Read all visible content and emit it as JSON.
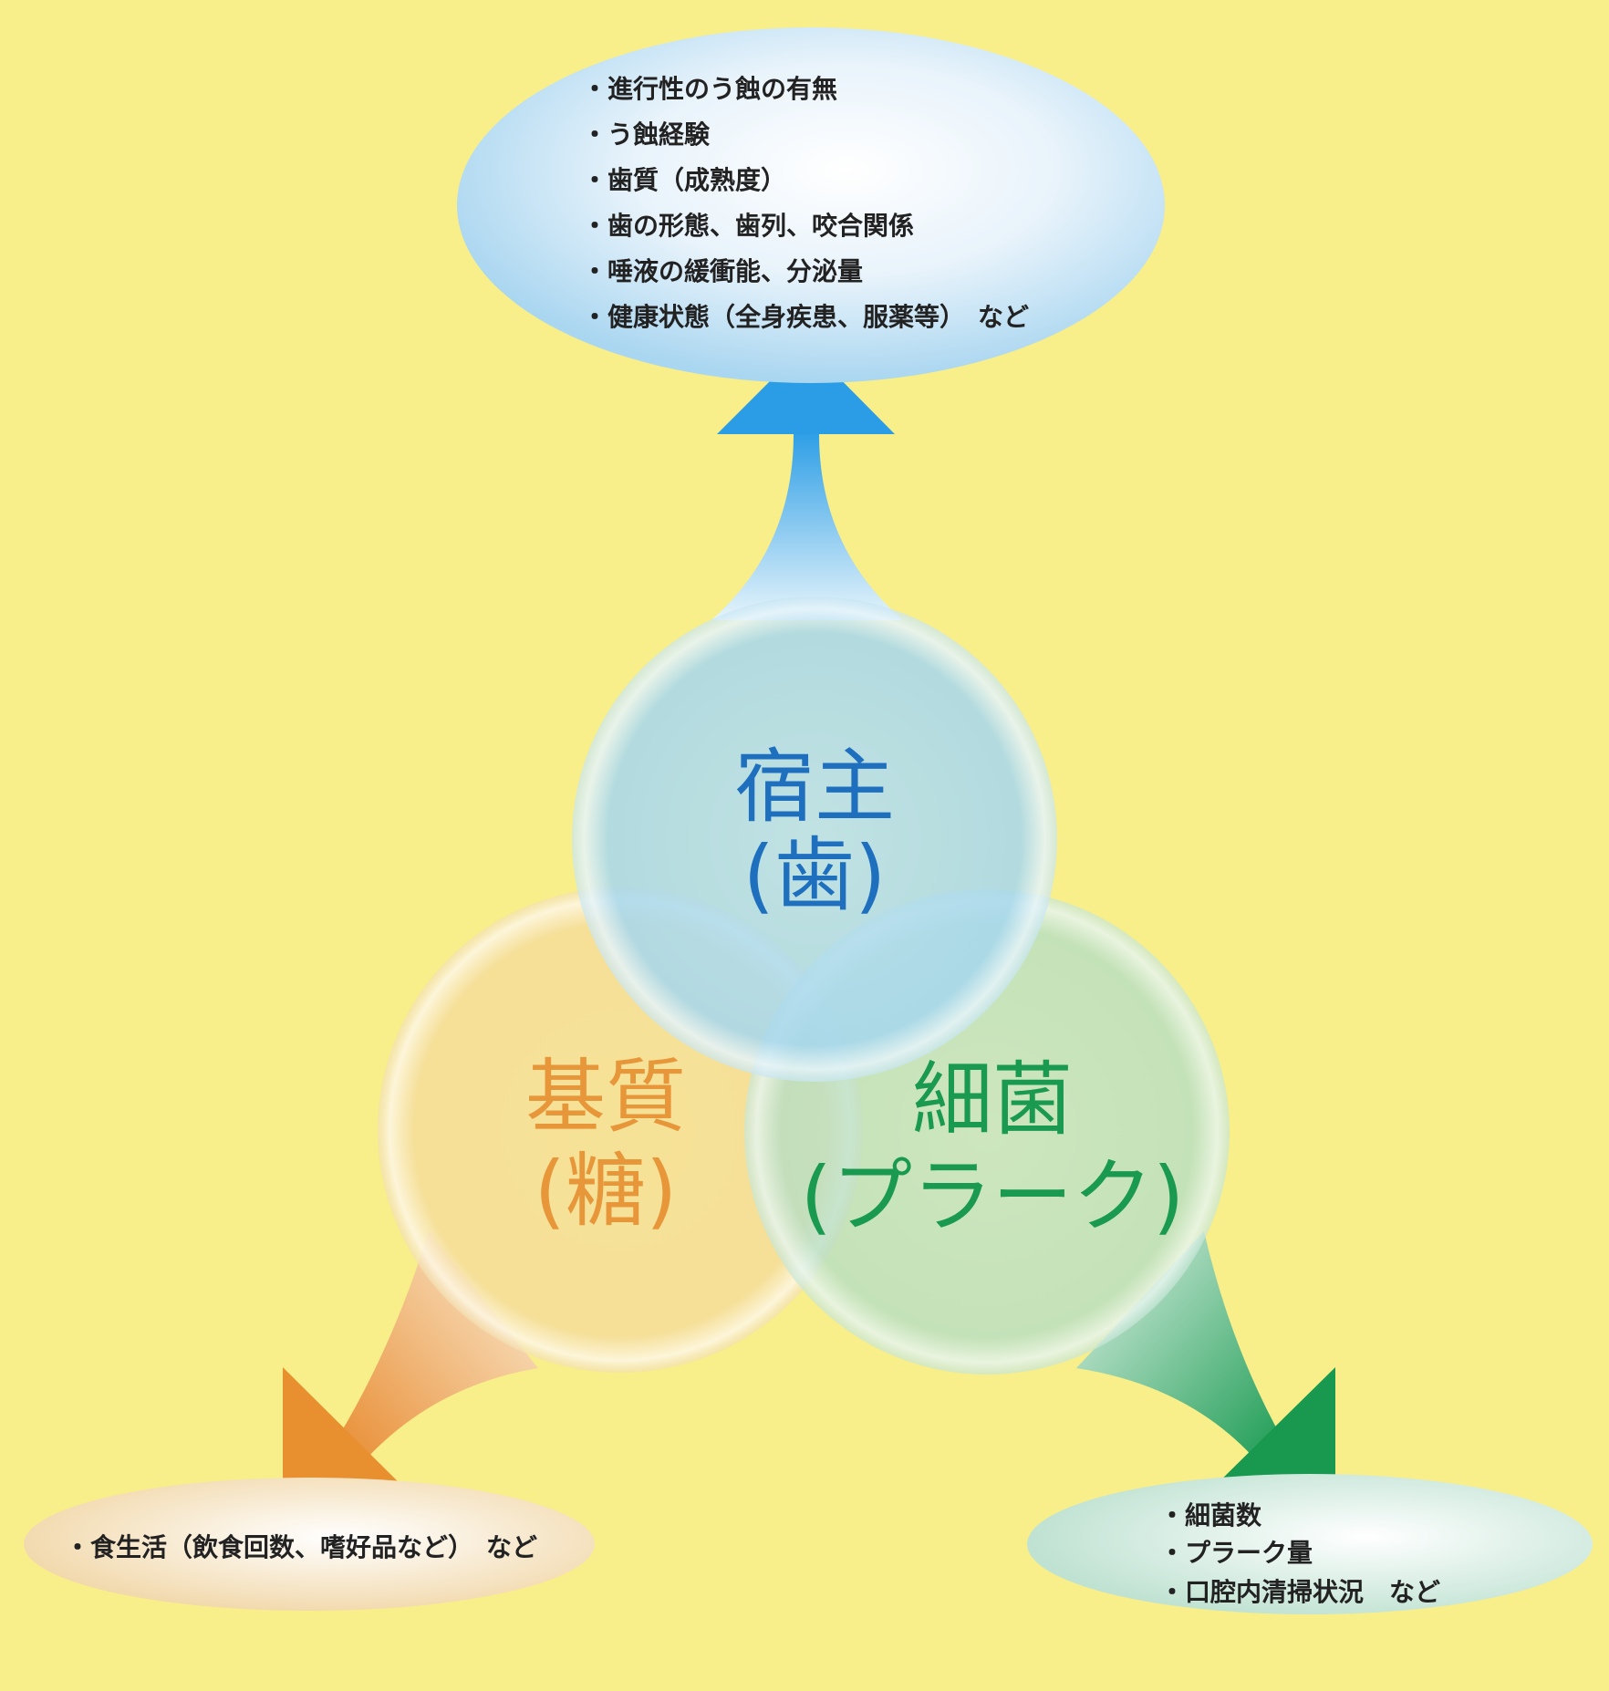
{
  "host": {
    "title": "宿主",
    "subtitle": "(歯)",
    "factors": [
      "・進行性のう蝕の有無",
      "・う蝕経験",
      "・歯質（成熟度）",
      "・歯の形態、歯列、咬合関係",
      "・唾液の緩衝能、分泌量",
      "・健康状態（全身疾患、服薬等）　など"
    ]
  },
  "substrate": {
    "title": "基質",
    "subtitle": "(糖)",
    "factors": [
      "・食生活（飲食回数、嗜好品など）　など"
    ]
  },
  "bacteria": {
    "title": "細菌",
    "subtitle": "(プラーク)",
    "factors": [
      "・細菌数",
      "・プラーク量",
      "・口腔内清掃状況　など"
    ]
  },
  "colors": {
    "background": "#f8ee8a",
    "host": "#1f6fbf",
    "substrate": "#e8963a",
    "bacteria": "#1a9a50"
  }
}
